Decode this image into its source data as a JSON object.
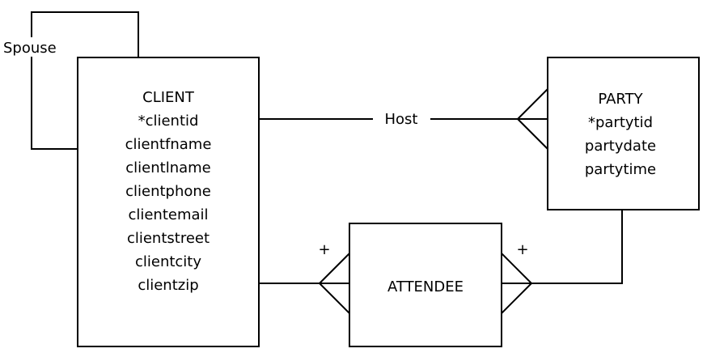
{
  "entities": {
    "client": {
      "name": "CLIENT",
      "attributes": [
        "*clientid",
        "clientfname",
        "clientlname",
        "clientphone",
        "clientemail",
        "clientstreet",
        "clientcity",
        "clientzip"
      ]
    },
    "party": {
      "name": "PARTY",
      "attributes": [
        "*partytid",
        "partydate",
        "partytime"
      ]
    },
    "attendee": {
      "name": "ATTENDEE"
    }
  },
  "relationships": {
    "spouse": "Spouse",
    "host": "Host",
    "client_attendee_marker": "+",
    "party_attendee_marker": "+"
  }
}
